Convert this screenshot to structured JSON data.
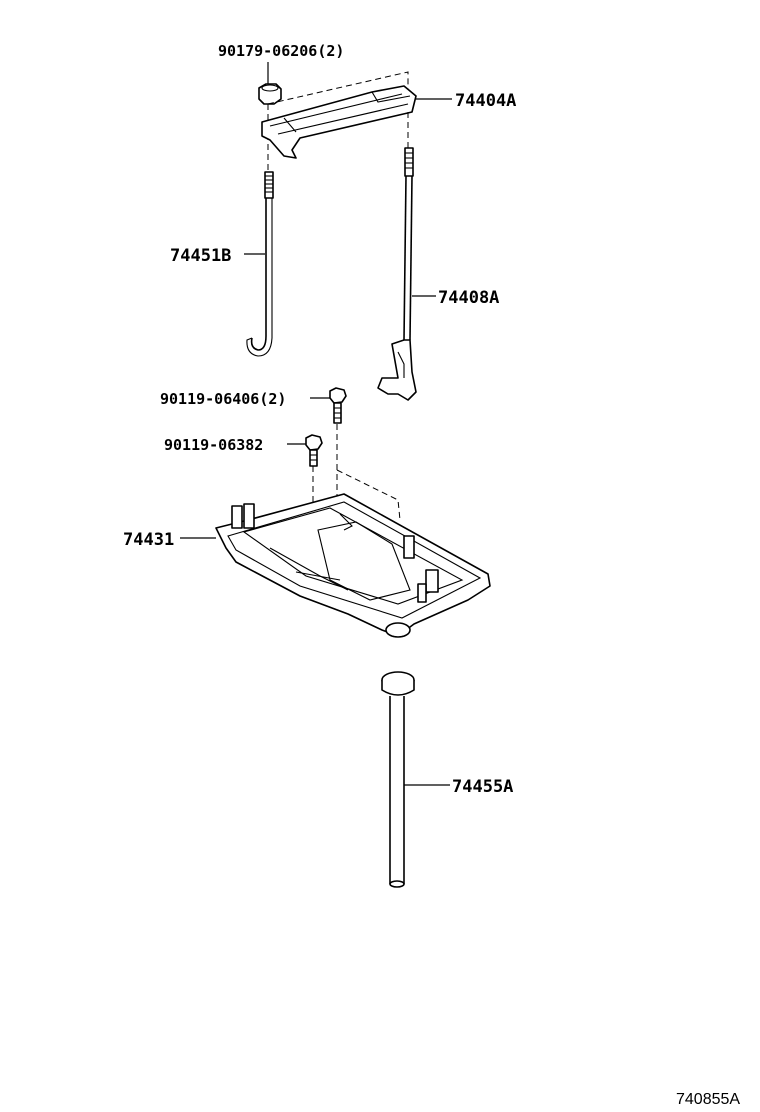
{
  "labels": {
    "nut_top": "90179-06206(2)",
    "clamp": "74404A",
    "rod_left": "74451B",
    "rod_right": "74408A",
    "bolt_upper": "90119-06406(2)",
    "bolt_lower": "90119-06382",
    "tray": "74431",
    "pipe": "74455A"
  },
  "diagram_ref": "740855A"
}
